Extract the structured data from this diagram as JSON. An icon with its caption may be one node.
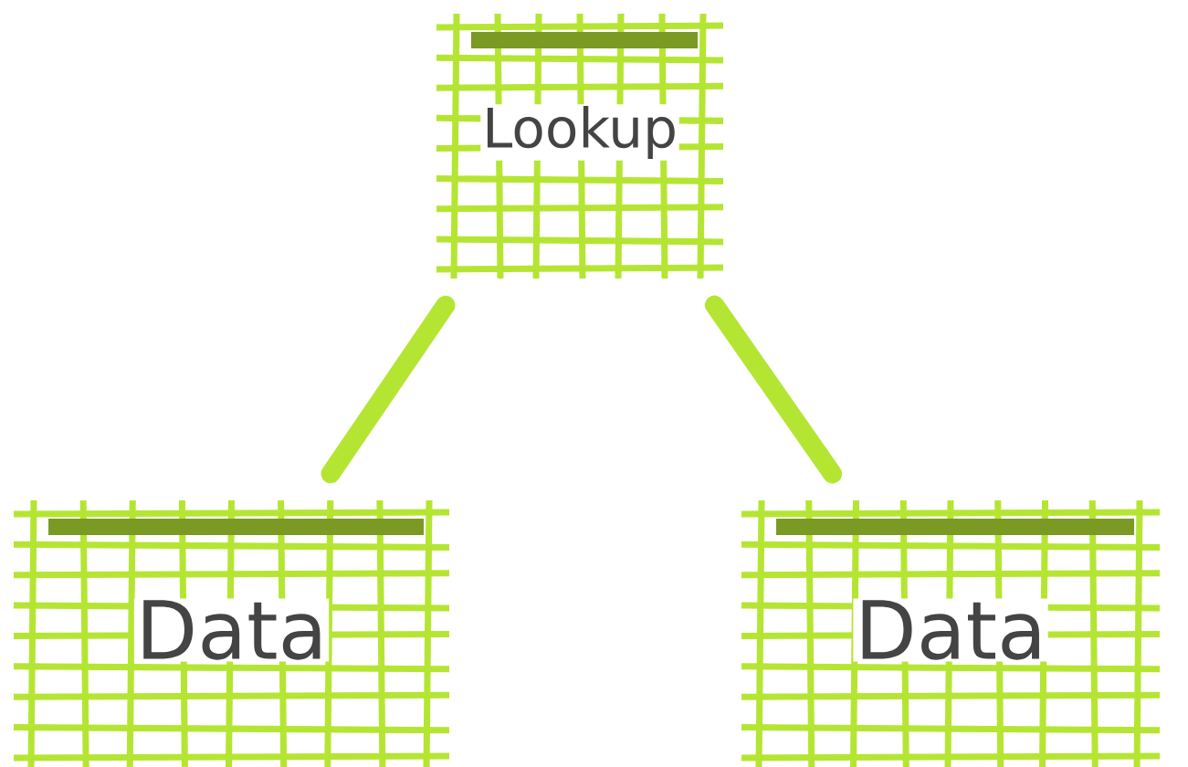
{
  "diagram": {
    "nodes": [
      {
        "text": [
          "Lookup"
        ]
      },
      {
        "text": [
          "Data"
        ]
      },
      {
        "text": [
          "Data"
        ]
      }
    ],
    "edges": [
      {
        "from": 0,
        "to": 1,
        "arrow": "none"
      },
      {
        "from": 0,
        "to": 2,
        "arrow": "none"
      }
    ]
  }
}
